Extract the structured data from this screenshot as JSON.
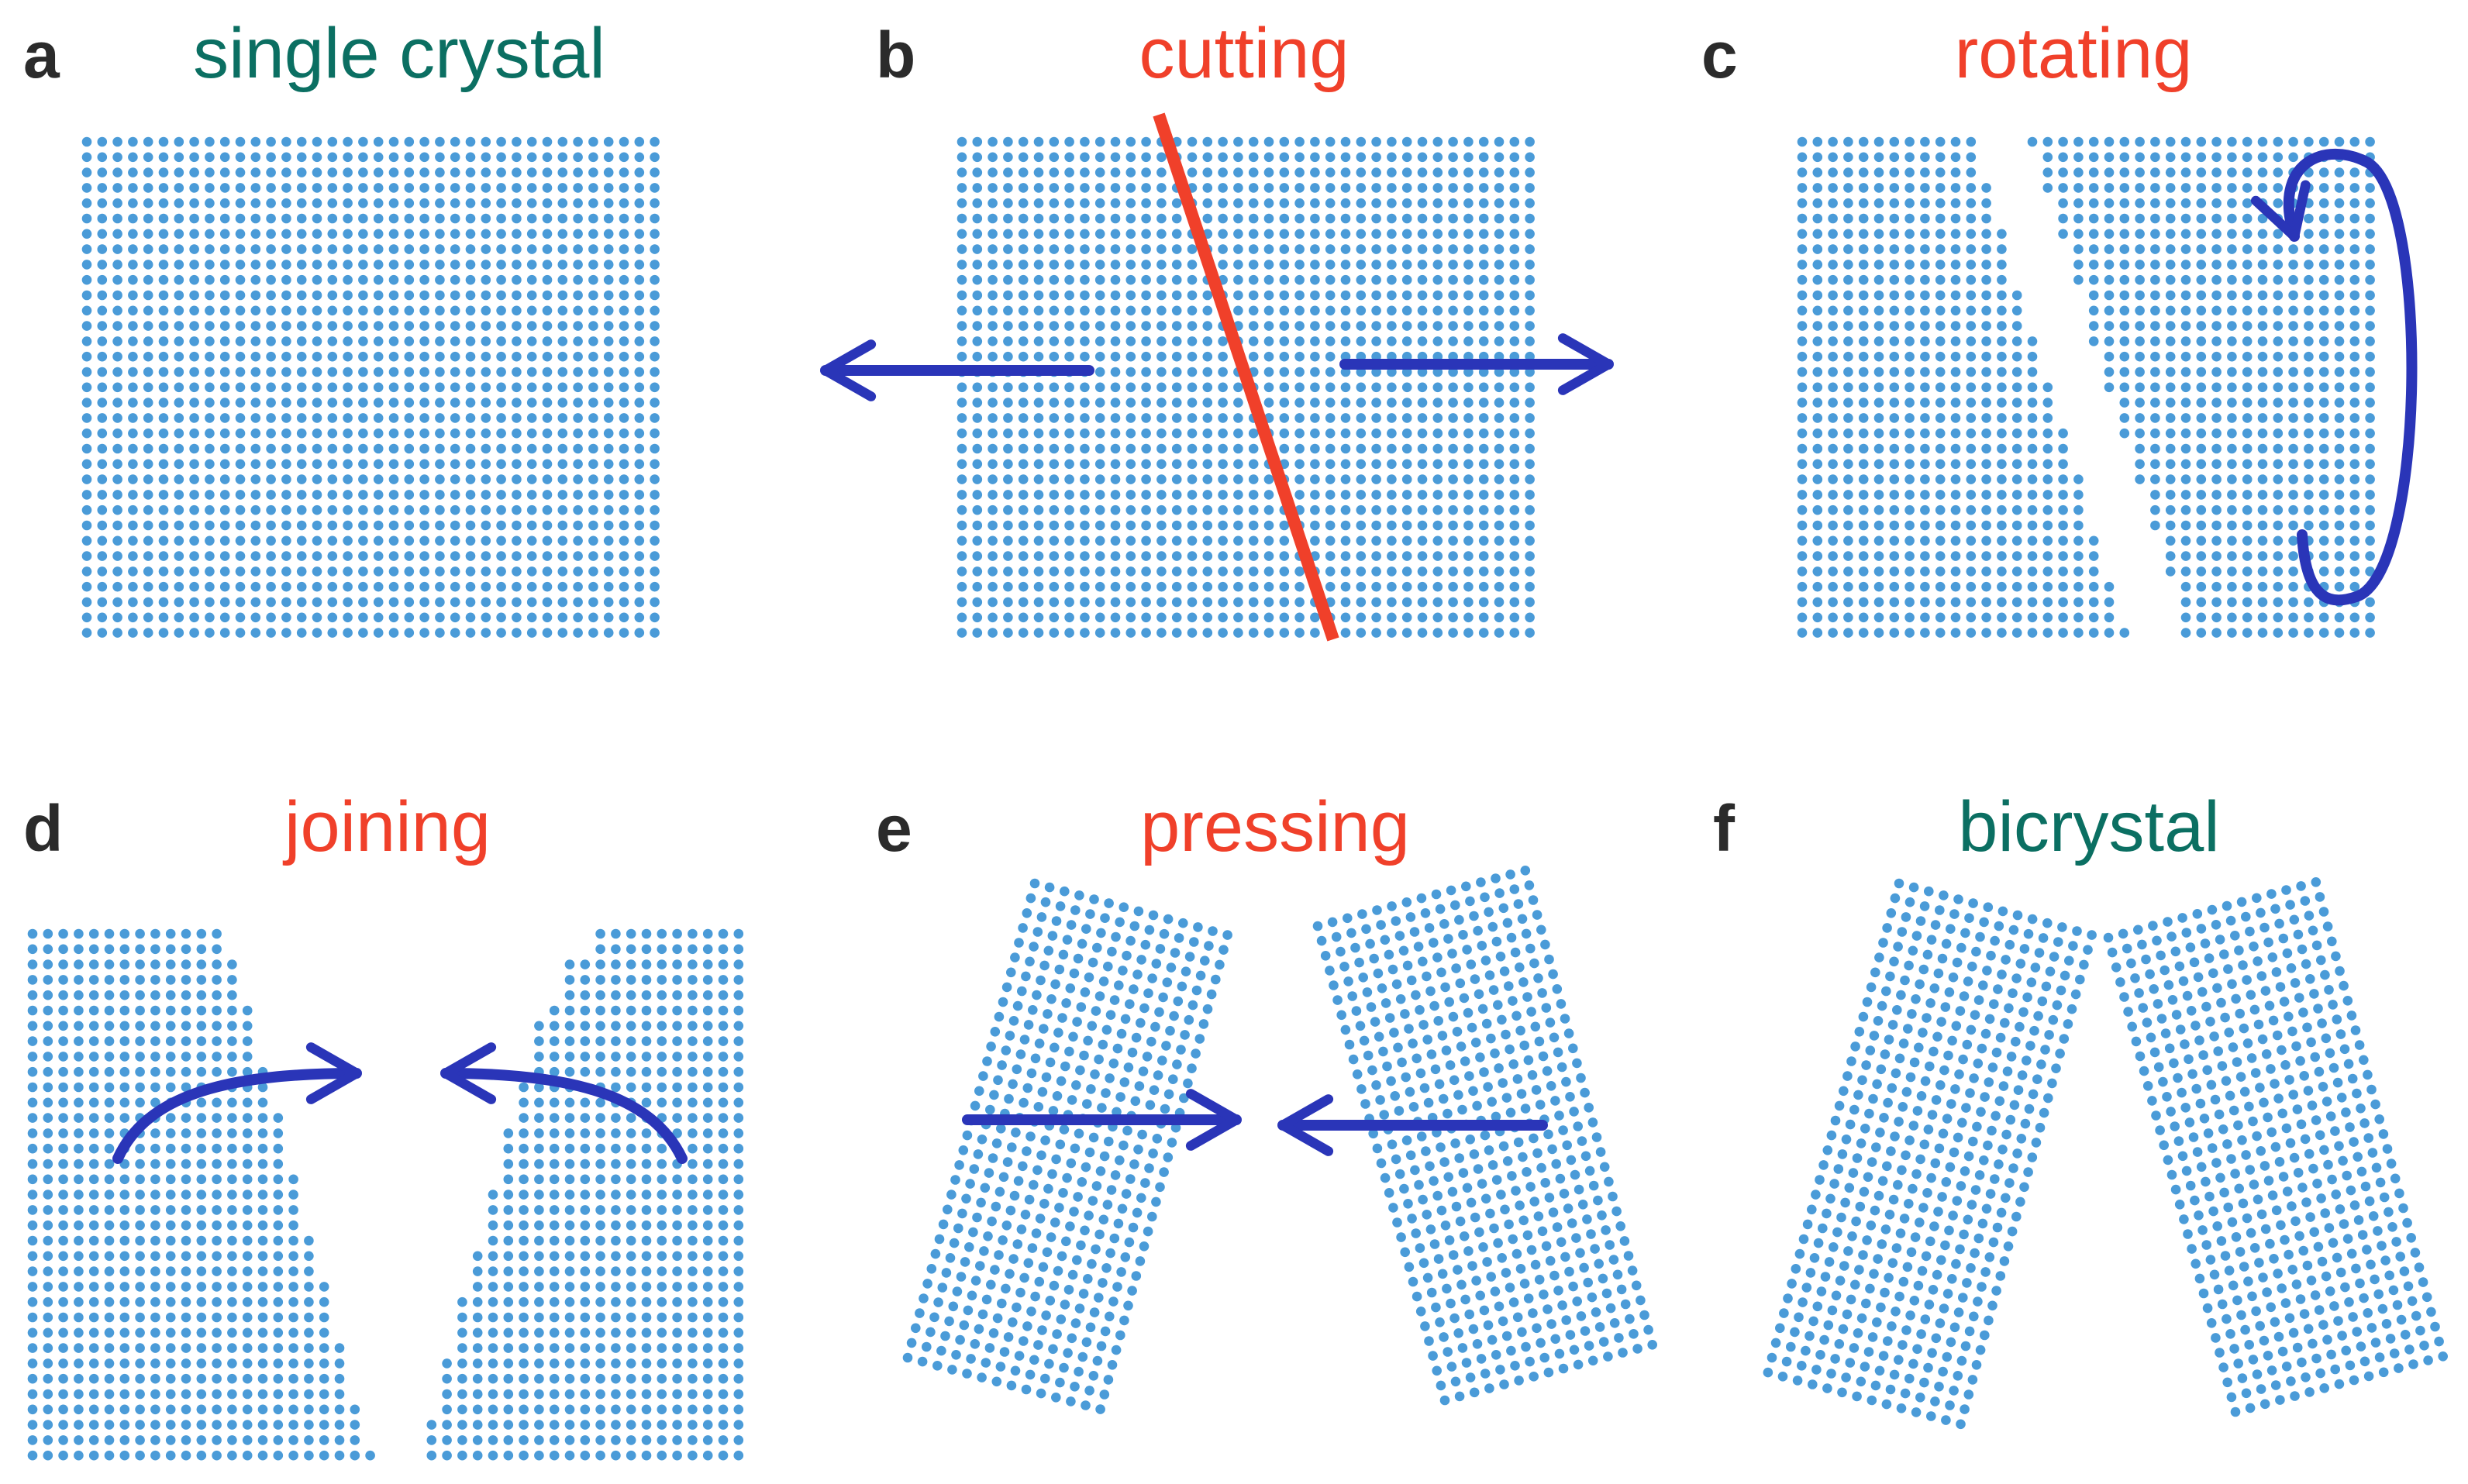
{
  "colors": {
    "atom": "#4a9bd8",
    "arrow": "#2a35b8",
    "cut_line": "#f0402a",
    "title_process": "#f0402a",
    "title_state": "#0b6f62",
    "letter": "#2b2b2b"
  },
  "panels": [
    {
      "letter": "a",
      "title": "single crystal",
      "title_kind": "state"
    },
    {
      "letter": "b",
      "title": "cutting",
      "title_kind": "process"
    },
    {
      "letter": "c",
      "title": "rotating",
      "title_kind": "process"
    },
    {
      "letter": "d",
      "title": "joining",
      "title_kind": "process"
    },
    {
      "letter": "e",
      "title": "pressing",
      "title_kind": "process"
    },
    {
      "letter": "f",
      "title": "bicrystal",
      "title_kind": "state"
    }
  ]
}
